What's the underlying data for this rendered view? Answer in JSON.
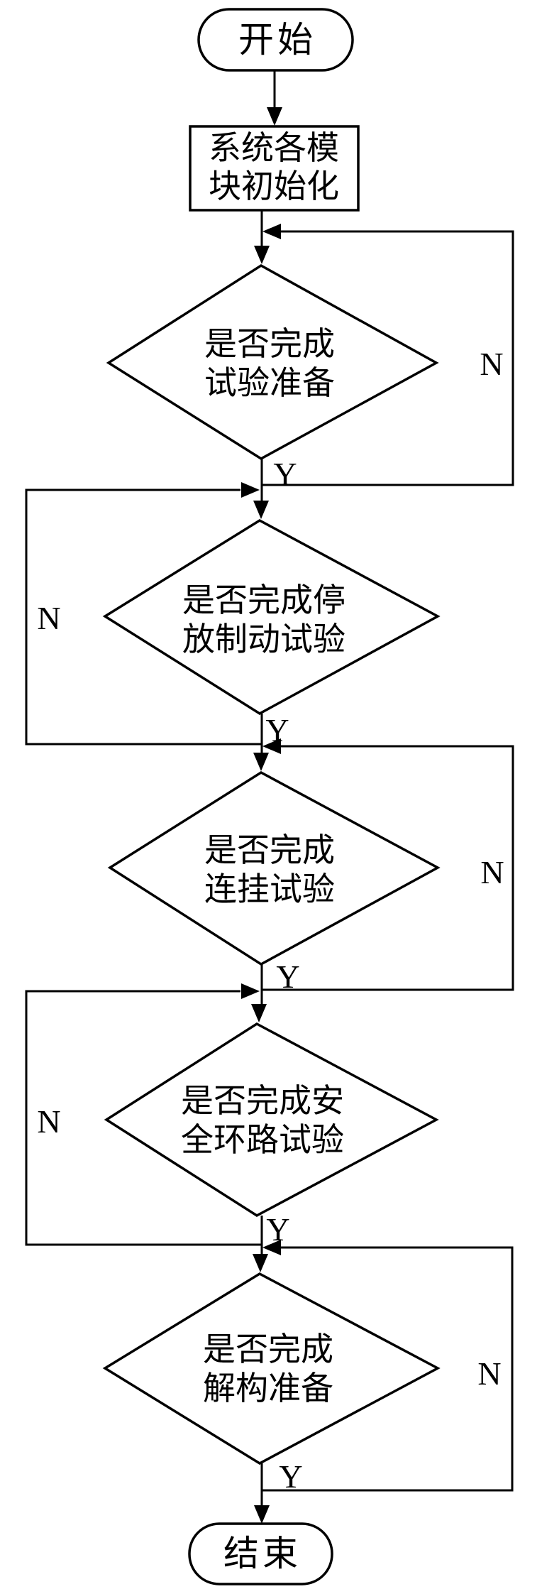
{
  "figure": {
    "background": "#ffffff",
    "stroke_color": "#000000",
    "nodes": {
      "start": {
        "type": "terminator",
        "label": "开始"
      },
      "init": {
        "type": "process",
        "line1": "系统各模",
        "line2": "块初始化"
      },
      "d1": {
        "type": "decision",
        "line1": "是否完成",
        "line2": "试验准备",
        "yes": "Y",
        "no": "N",
        "no_side": "right"
      },
      "d2": {
        "type": "decision",
        "line1": "是否完成停",
        "line2": "放制动试验",
        "yes": "Y",
        "no": "N",
        "no_side": "left"
      },
      "d3": {
        "type": "decision",
        "line1": "是否完成",
        "line2": "连挂试验",
        "yes": "Y",
        "no": "N",
        "no_side": "right"
      },
      "d4": {
        "type": "decision",
        "line1": "是否完成安",
        "line2": "全环路试验",
        "yes": "Y",
        "no": "N",
        "no_side": "left"
      },
      "d5": {
        "type": "decision",
        "line1": "是否完成",
        "line2": "解构准备",
        "yes": "Y",
        "no": "N",
        "no_side": "right"
      },
      "end": {
        "type": "terminator",
        "label": "结束"
      }
    }
  }
}
